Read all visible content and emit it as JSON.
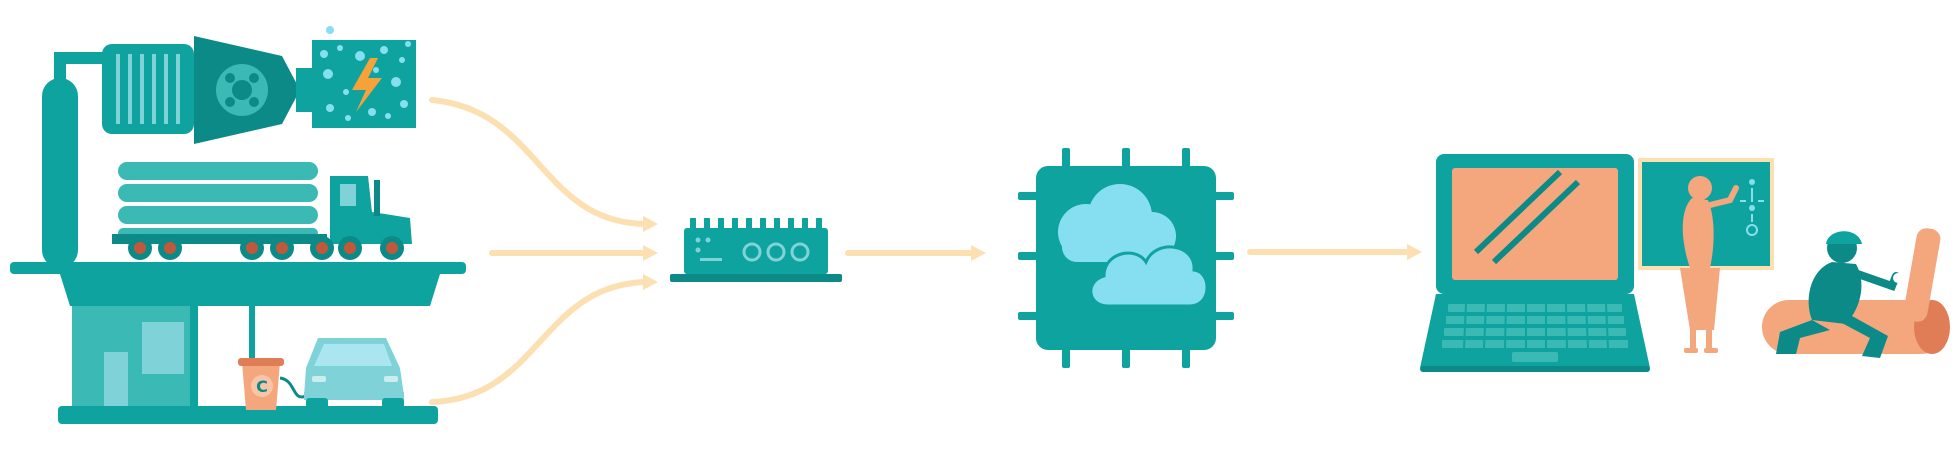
{
  "diagram": {
    "stages": [
      {
        "id": "field-assets",
        "icon": "industrial-site-icon"
      },
      {
        "id": "edge-gateway",
        "icon": "gateway-device-icon"
      },
      {
        "id": "cloud-processor",
        "icon": "cloud-chip-icon"
      },
      {
        "id": "operator-apps",
        "icon": "laptop-analytics-icon"
      }
    ],
    "labels": {
      "charger_badge": "C"
    },
    "colors": {
      "teal": "#0fa3a0",
      "teal_dark": "#0b8a87",
      "teal_mid": "#3bb9b4",
      "teal_light": "#7fd3d8",
      "sky": "#86dff0",
      "peach": "#f4a67c",
      "peach_dark": "#e07d57",
      "orange": "#f5a23b",
      "arrow": "#fde0b1",
      "tire": "#c1583a"
    }
  }
}
